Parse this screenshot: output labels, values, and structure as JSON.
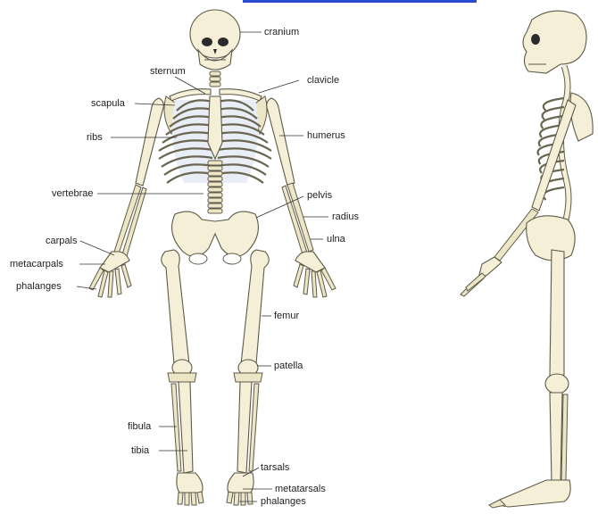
{
  "labels": {
    "cranium": "cranium",
    "sternum": "sternum",
    "clavicle": "clavicle",
    "scapula": "scapula",
    "ribs": "ribs",
    "humerus": "humerus",
    "vertebrae": "vertebrae",
    "pelvis": "pelvis",
    "radius": "radius",
    "ulna": "ulna",
    "carpals": "carpals",
    "metacarpals": "metacarpals",
    "phalanges_hand": "phalanges",
    "femur": "femur",
    "patella": "patella",
    "fibula": "fibula",
    "tibia": "tibia",
    "tarsals": "tarsals",
    "metatarsals": "metatarsals",
    "phalanges_foot": "phalanges"
  },
  "colors": {
    "bone": "#f4efd6",
    "outline": "#5e5a48",
    "rib_shading": "#e9edf5",
    "top_link_underline": "#2a4bd0"
  }
}
